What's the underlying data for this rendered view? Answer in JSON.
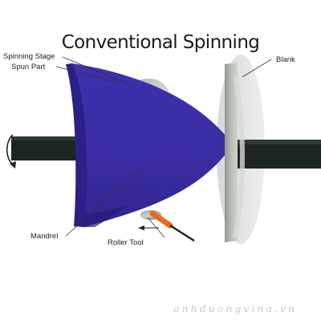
{
  "title": "Conventional Spinning",
  "labels": {
    "spinning_stage": "Spinning Stage",
    "spun_part": "Spun Part",
    "blank": "Blank",
    "mandrel": "Mandrel",
    "roller_tool": "Roller Tool"
  },
  "watermark": "anhduongvina.vn",
  "colors": {
    "mandrel": "#3b2fa6",
    "mandrel_dark": "#241b78",
    "shaft": "#1e2622",
    "blank": "#aab2ac",
    "roller_handle": "#e8691f",
    "background": "#ffffff"
  },
  "icons": [
    "rotation-arrow-icon",
    "feed-arrow-icon"
  ]
}
